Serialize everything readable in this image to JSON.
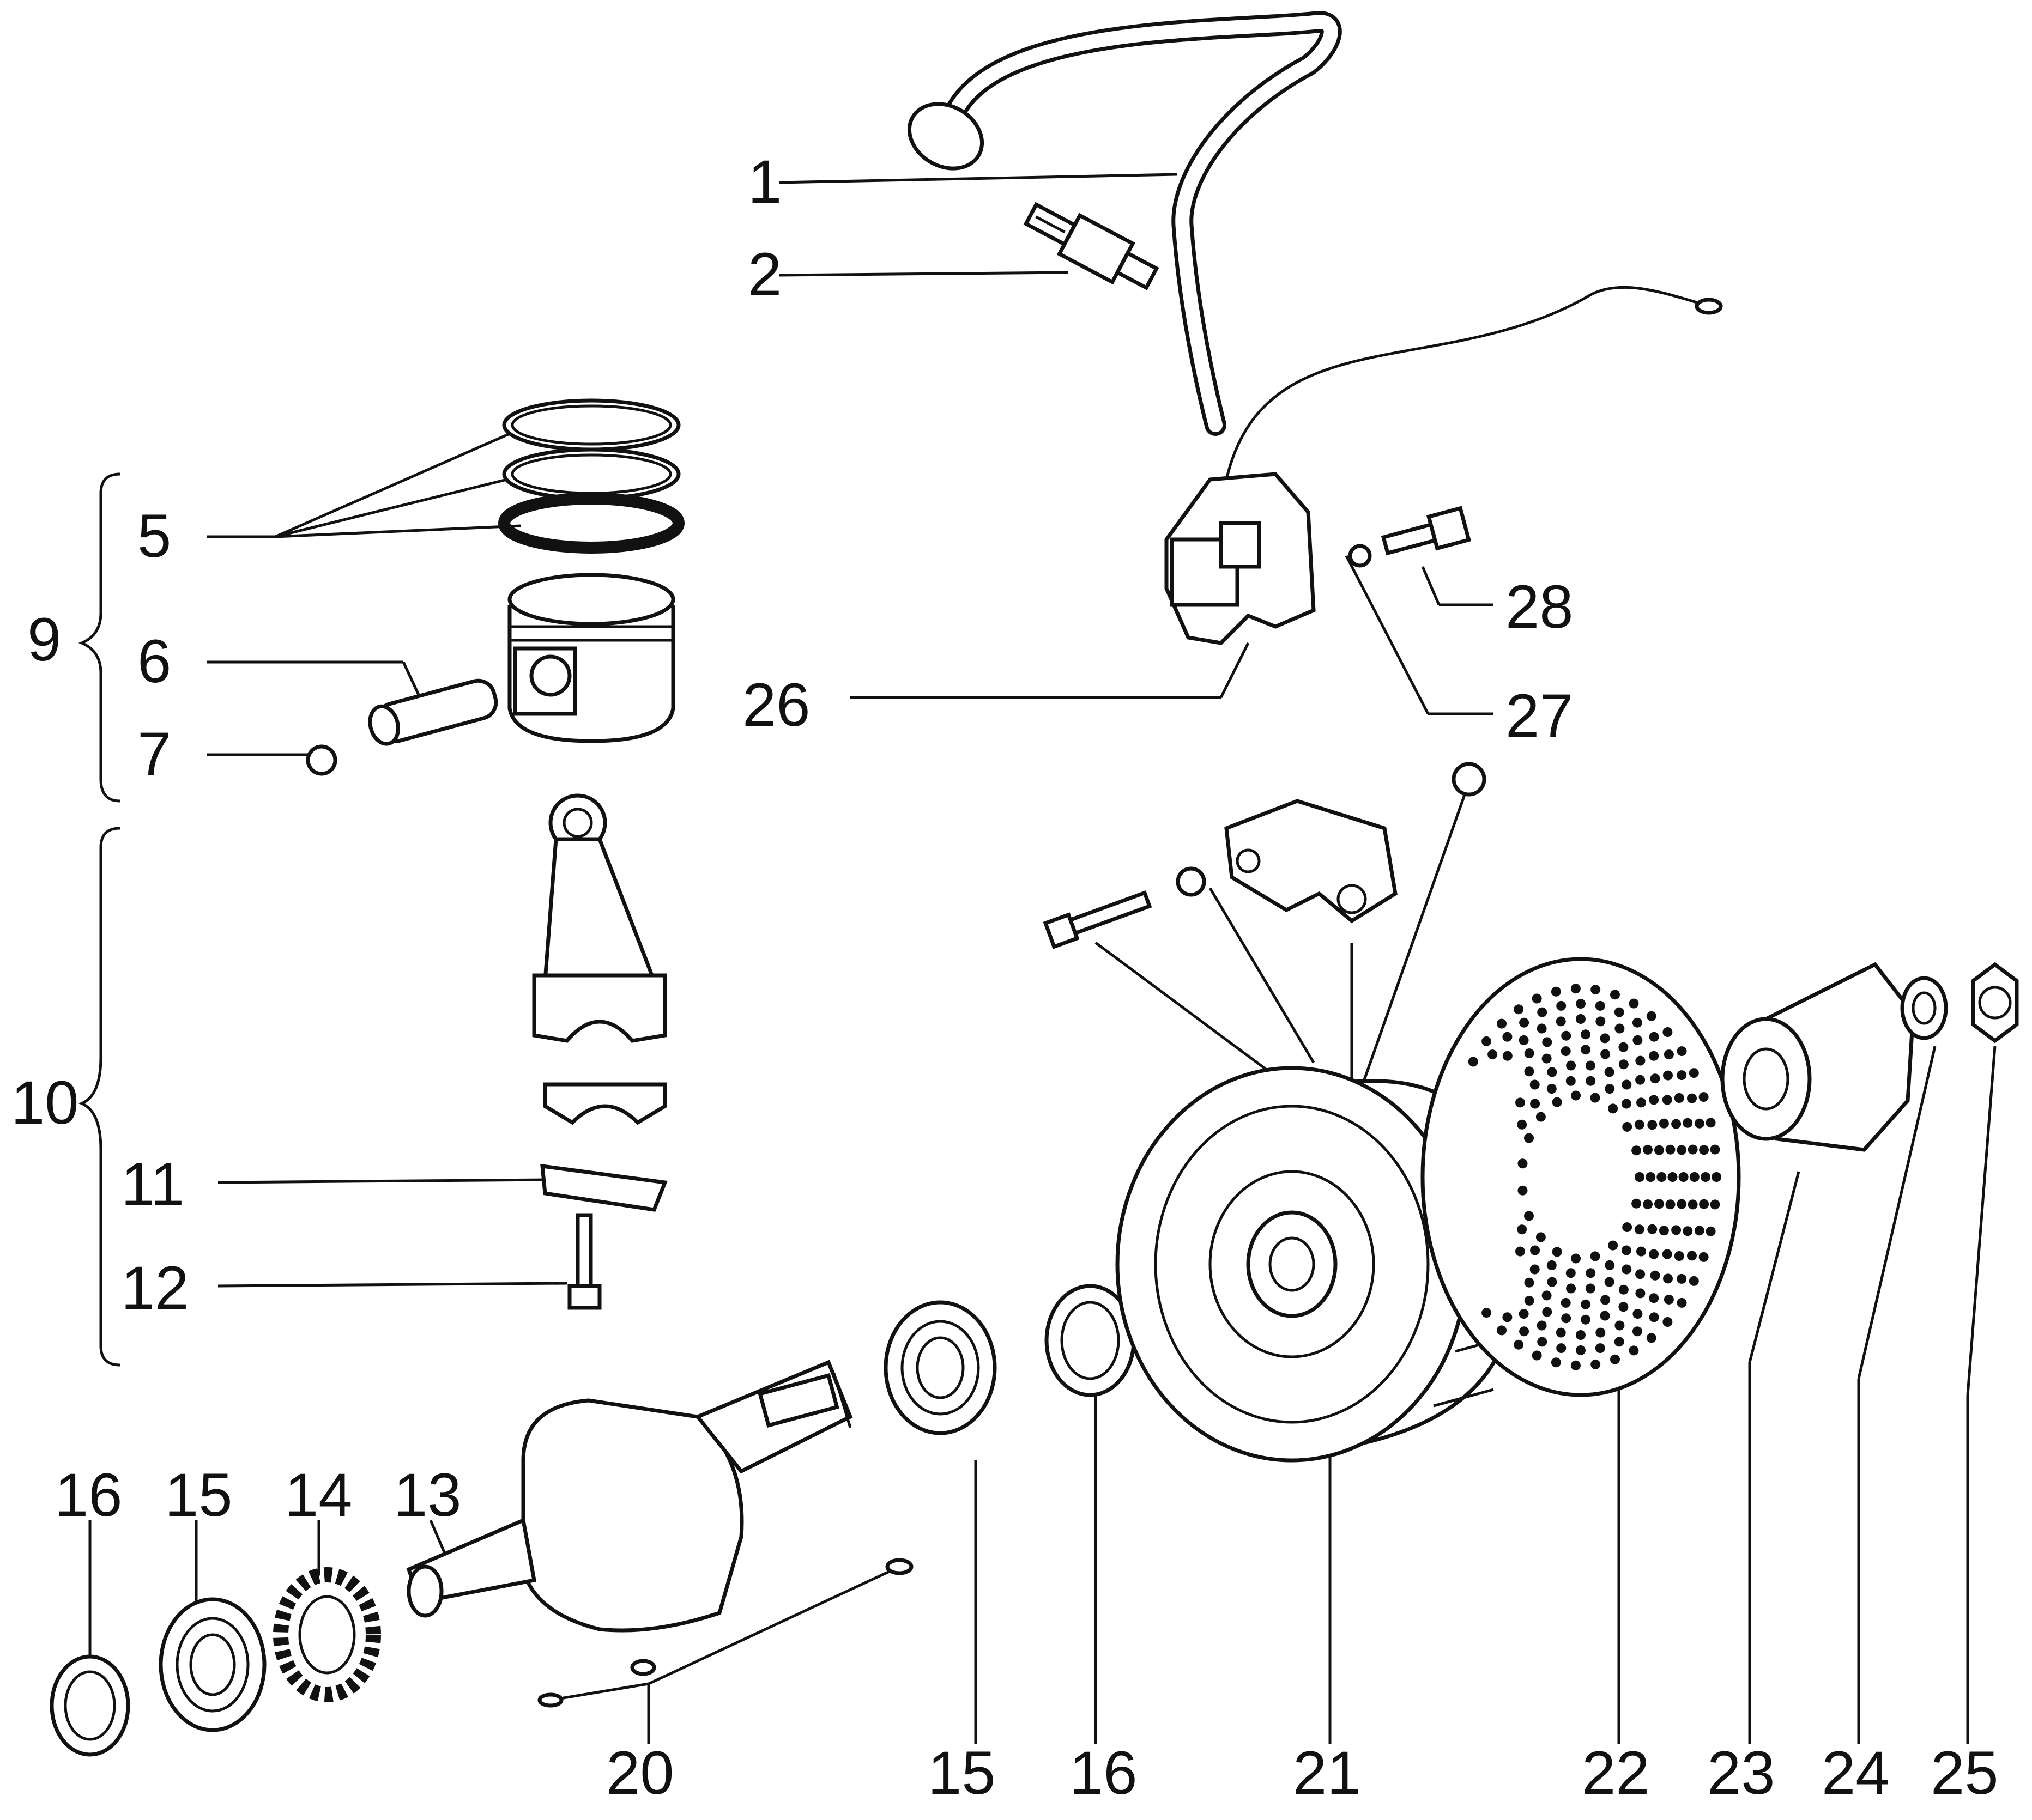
{
  "labels": {
    "l1": "1",
    "l2": "2",
    "l5": "5",
    "l6": "6",
    "l7": "7",
    "l9": "9",
    "l10": "10",
    "l11": "11",
    "l12": "12",
    "l13": "13",
    "l14": "14",
    "l15a": "15",
    "l16a": "16",
    "l15b": "15",
    "l16b": "16",
    "l20": "20",
    "l21": "21",
    "l22": "22",
    "l23": "23",
    "l24": "24",
    "l25": "25",
    "l26": "26",
    "l27": "27",
    "l28": "28"
  }
}
